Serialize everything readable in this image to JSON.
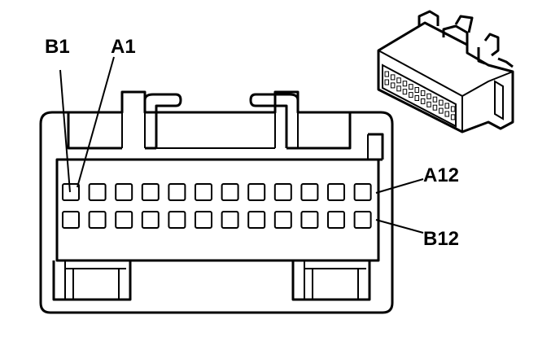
{
  "diagram": {
    "type": "connector-face-view",
    "rows": [
      {
        "name": "A",
        "first_label": "A1",
        "last_label": "A12",
        "pins": 12
      },
      {
        "name": "B",
        "first_label": "B1",
        "last_label": "B12",
        "pins": 12
      }
    ],
    "labels": {
      "b1": "B1",
      "a1": "A1",
      "a12": "A12",
      "b12": "B12"
    },
    "colors": {
      "line": "#000000",
      "background": "#ffffff"
    }
  }
}
